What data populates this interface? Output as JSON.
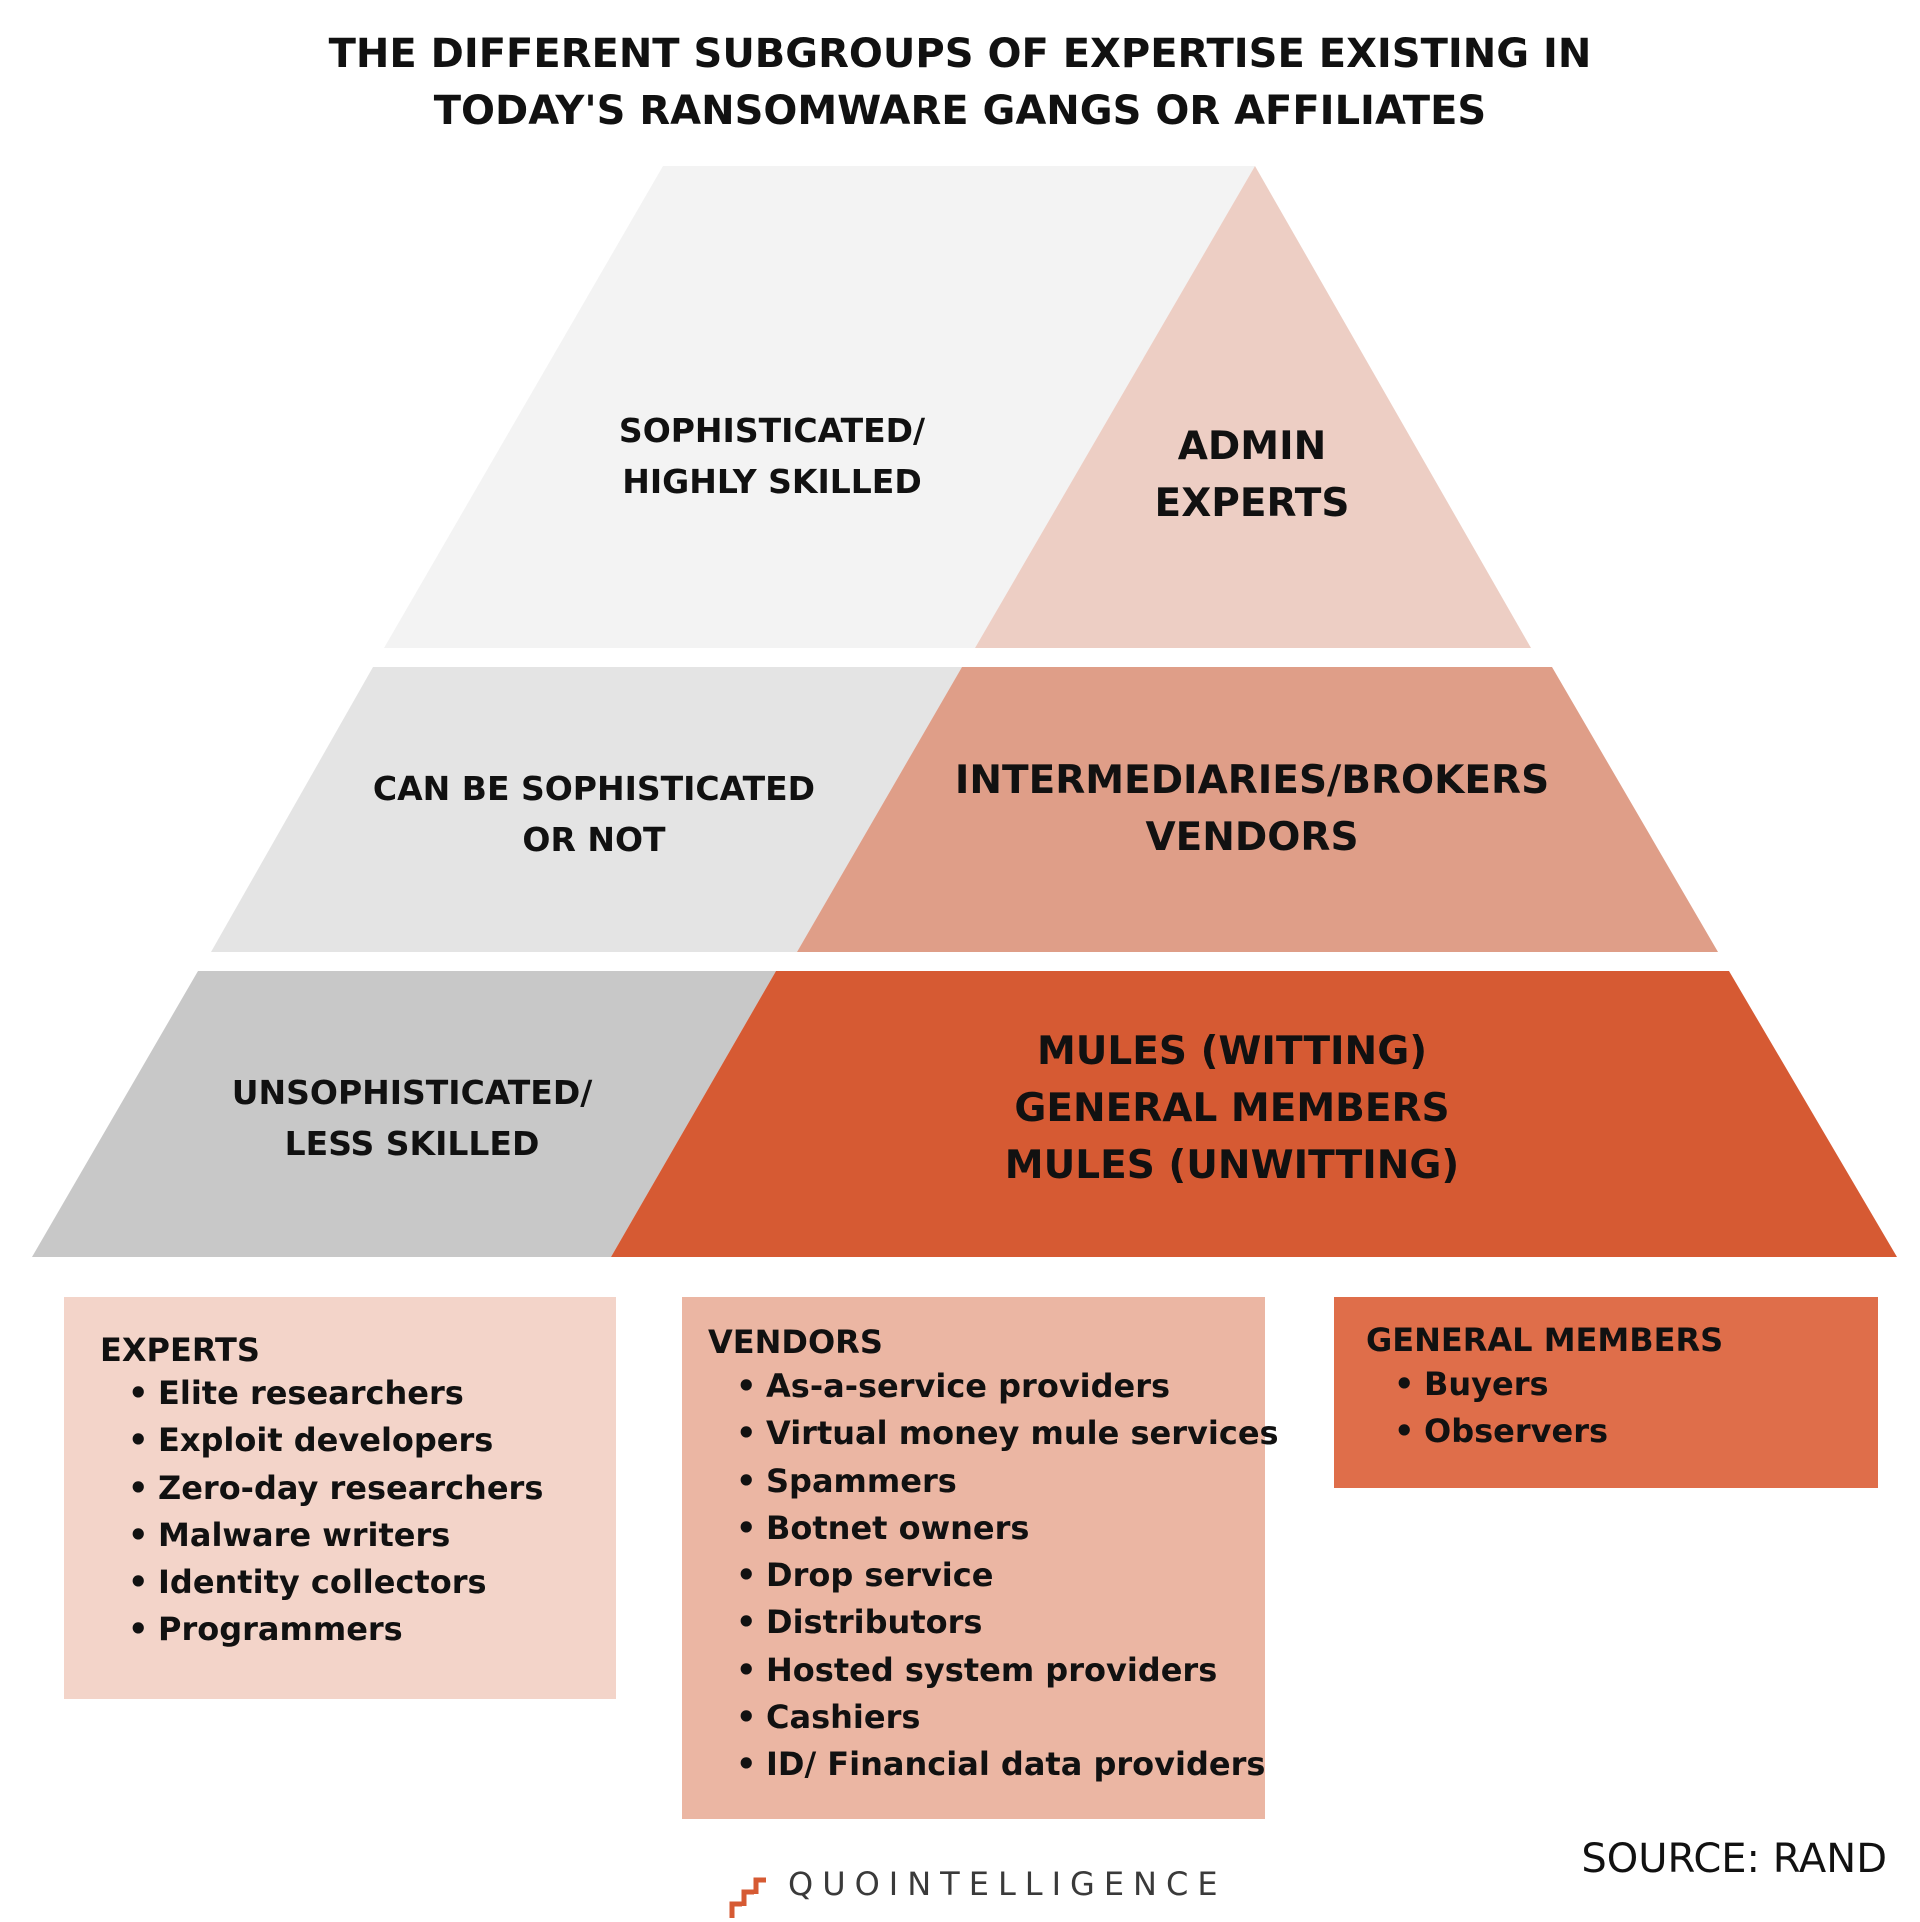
{
  "title": {
    "line1": "THE DIFFERENT SUBGROUPS OF EXPERTISE EXISTING IN",
    "line2": "TODAY'S RANSOMWARE GANGS OR AFFILIATES"
  },
  "tiers": [
    {
      "skill_lines": [
        "SOPHISTICATED/",
        "HIGHLY SKILLED"
      ],
      "role_lines": [
        "ADMIN",
        "EXPERTS"
      ]
    },
    {
      "skill_lines": [
        "CAN BE SOPHISTICATED",
        "OR NOT"
      ],
      "role_lines": [
        "INTERMEDIARIES/BROKERS",
        "VENDORS"
      ]
    },
    {
      "skill_lines": [
        "UNSOPHISTICATED/",
        "LESS SKILLED"
      ],
      "role_lines": [
        "MULES (WITTING)",
        "GENERAL MEMBERS",
        "MULES (UNWITTING)"
      ]
    }
  ],
  "boxes": [
    {
      "title": "EXPERTS",
      "items": [
        "Elite researchers",
        "Exploit developers",
        "Zero-day researchers",
        "Malware writers",
        "Identity collectors",
        "Programmers"
      ]
    },
    {
      "title": "VENDORS",
      "items": [
        "As-a-service providers",
        "Virtual money mule services",
        "Spammers",
        "Botnet owners",
        "Drop service",
        "Distributors",
        "Hosted system providers",
        "Cashiers",
        "ID/ Financial data providers"
      ]
    },
    {
      "title": "GENERAL MEMBERS",
      "items": [
        "Buyers",
        "Observers"
      ]
    }
  ],
  "bullet": "•",
  "source": "SOURCE: RAND",
  "logo_text": "QUOINTELLIGENCE",
  "colors": {
    "tier1_left": "#f3f3f3",
    "tier1_right": "#edcec4",
    "tier2_left": "#e4e4e4",
    "tier2_right": "#df9e88",
    "tier3_left": "#c8c8c8",
    "tier3_right": "#d65a33",
    "box1": "#f3d4c9",
    "box2": "#ebb6a3",
    "box3": "#df6e4a",
    "logo_accent": "#d65a33"
  }
}
